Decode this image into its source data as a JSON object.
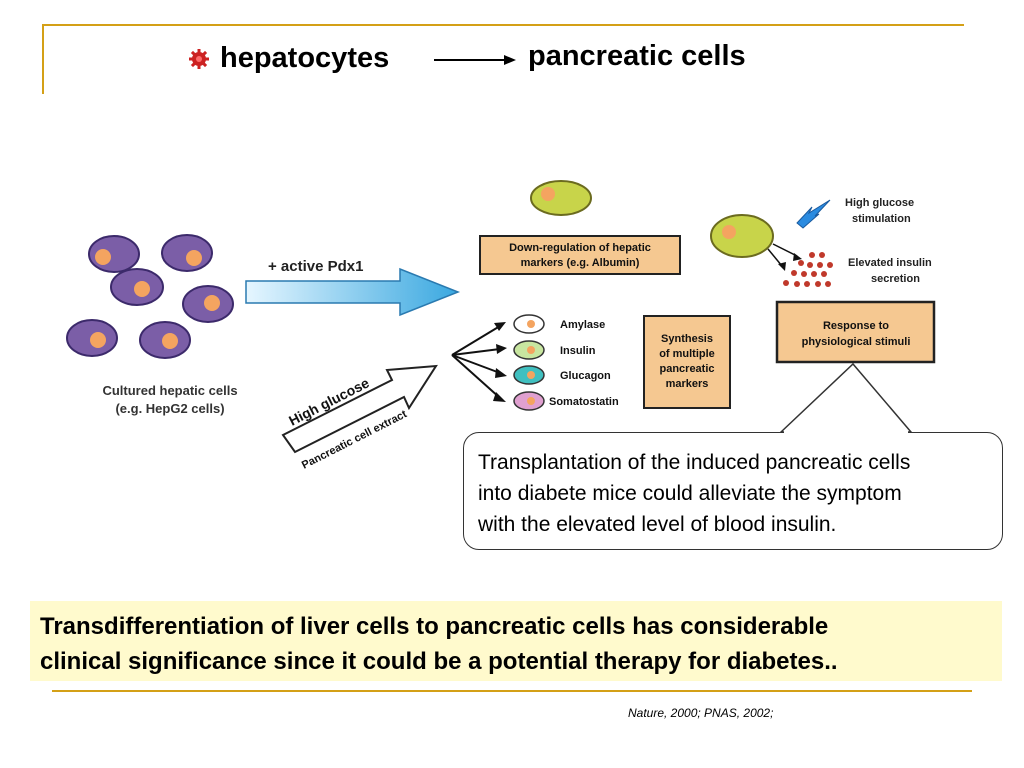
{
  "header": {
    "title_left": "hepatocytes",
    "title_right": "pancreatic cells",
    "bullet_icon": "red-gear-bullet-icon",
    "arrow_icon": "right-arrow-icon"
  },
  "diagram": {
    "cultured_label_1": "Cultured hepatic cells",
    "cultured_label_2": "(e.g. HepG2 cells)",
    "pdx1_label": "+ active Pdx1",
    "high_glucose_label": "High glucose",
    "extract_label": "Pancreatic cell extract",
    "downreg_line1": "Down-regulation of hepatic",
    "downreg_line2": "markers (e.g. Albumin)",
    "markers": [
      "Amylase",
      "Insulin",
      "Glucagon",
      "Somatostatin"
    ],
    "synthesis_lines": [
      "Synthesis",
      "of multiple",
      "pancreatic",
      "markers"
    ],
    "stim_line1": "High glucose",
    "stim_line2": "stimulation",
    "insulin_line1": "Elevated insulin",
    "insulin_line2": "secretion",
    "response_line1": "Response to",
    "response_line2": "physiological stimuli"
  },
  "callout": {
    "lines": [
      "Transplantation of the induced pancreatic cells",
      "into diabete mice could alleviate the symptom",
      "with the elevated level of blood insulin."
    ]
  },
  "conclusion": {
    "lines": [
      "Transdifferentiation of liver cells to pancreatic cells has considerable",
      "clinical significance since it could be a potential therapy for diabetes.."
    ]
  },
  "reference": "Nature, 2000; PNAS, 2002;",
  "colors": {
    "accent_gold": "#d4a017",
    "cell_purple": "#7b5ea7",
    "nucleus_orange": "#f4a460",
    "box_tan": "#f5c891",
    "cell_green": "#c8d44a",
    "highlight_yellow": "#fffacd",
    "dot_red": "#c0392b"
  }
}
